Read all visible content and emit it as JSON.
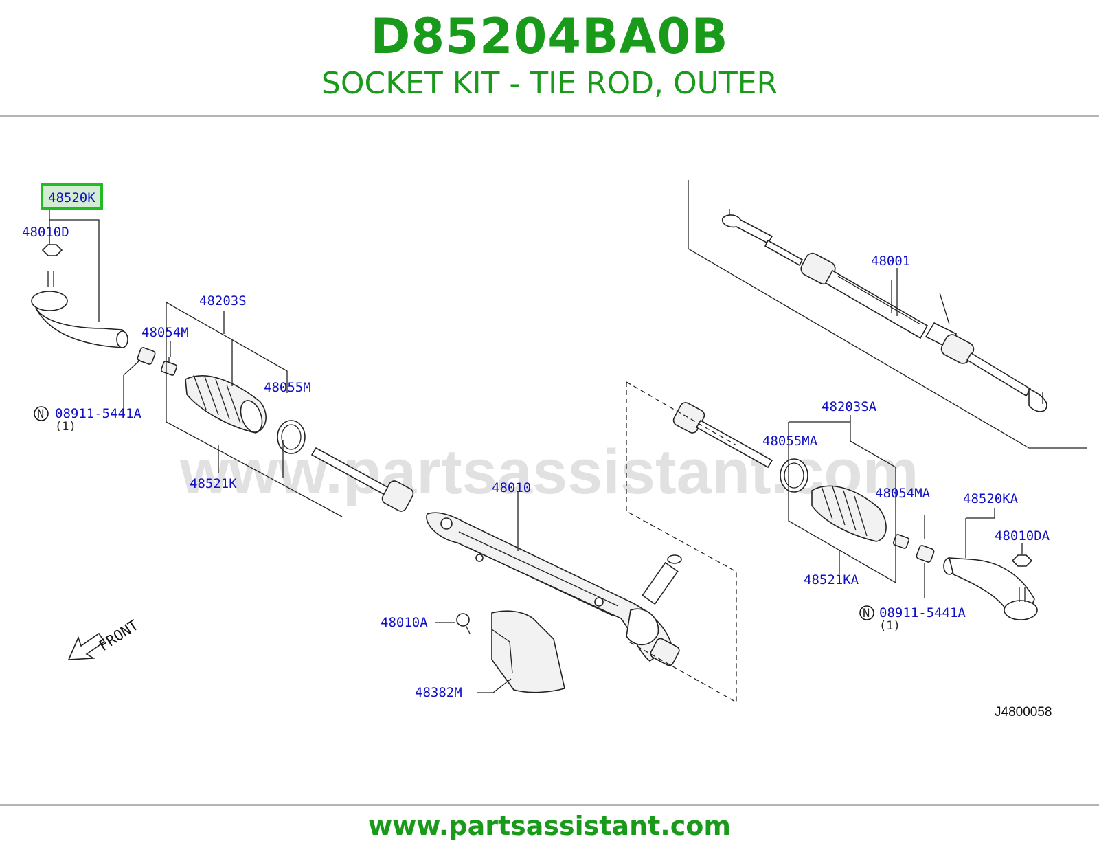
{
  "header": {
    "part_number": "D85204BA0B",
    "description": "SOCKET KIT - TIE ROD, OUTER"
  },
  "footer": {
    "url": "www.partsassistant.com"
  },
  "watermark": "www.partsassistant.com",
  "diagram": {
    "figure_ref": "J4800058",
    "front_label": "FRONT",
    "highlighted_callout": "48520K",
    "callouts": {
      "c48520K": "48520K",
      "c48010D": "48010D",
      "c48203S": "48203S",
      "c48054M": "48054M",
      "c48055M": "48055M",
      "c08911_left": "08911-5441A",
      "c08911_left_qty": "(1)",
      "c48521K": "48521K",
      "c48010": "48010",
      "c48010A": "48010A",
      "c48382M": "48382M",
      "c48001": "48001",
      "c48203SA": "48203SA",
      "c48055MA": "48055MA",
      "c48054MA": "48054MA",
      "c48520KA": "48520KA",
      "c48010DA": "48010DA",
      "c48521KA": "48521KA",
      "c08911_right": "08911-5441A",
      "c08911_right_qty": "(1)",
      "n_symbol": "N"
    },
    "colors": {
      "callout": "#1010c8",
      "brand": "#1a9a1a",
      "highlight": "#22bb22"
    }
  }
}
